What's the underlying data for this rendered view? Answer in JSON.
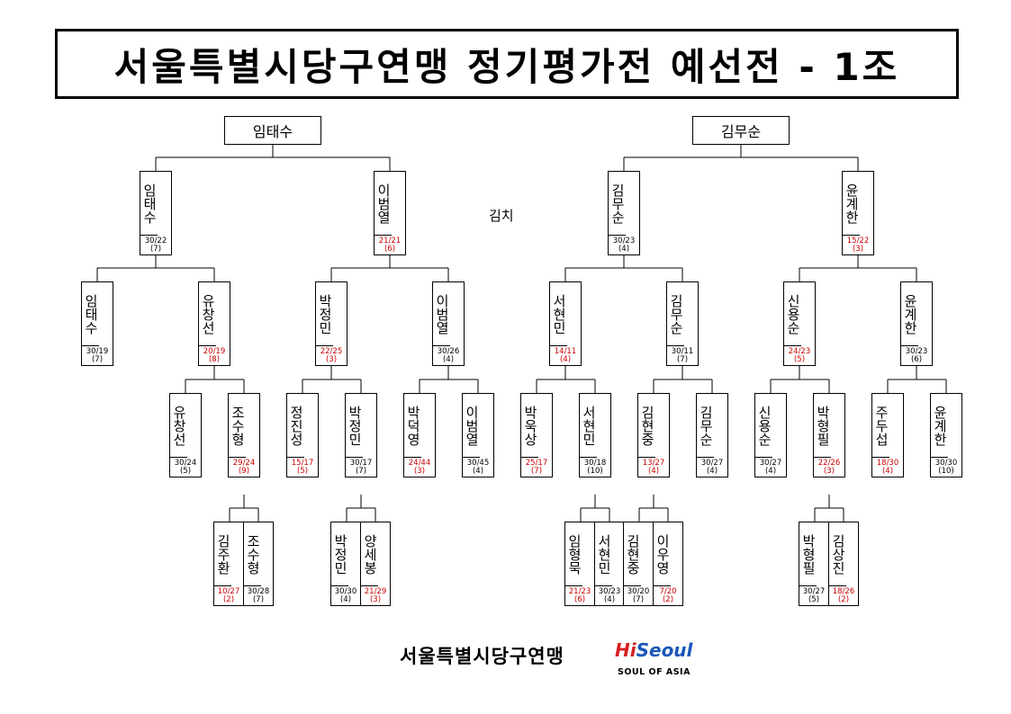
{
  "title": "서울특별시당구연맹 정기평가전 예선전 - 1조",
  "note": "김치",
  "footer": {
    "org": "서울특별시당구연맹",
    "logo_hi": "Hi",
    "logo_seoul": "Seoul",
    "slogan": "SOUL OF ASIA"
  },
  "brackets": {
    "left": {
      "winner": "임태수",
      "semi": [
        {
          "name": "임태수",
          "score": "30/22",
          "rank": "(7)",
          "red": false
        },
        {
          "name": "이범열",
          "score": "21/21",
          "rank": "(6)",
          "red": true
        }
      ],
      "quarter": [
        {
          "name": "임태수",
          "score": "30/19",
          "rank": "(7)",
          "red": false
        },
        {
          "name": "유창선",
          "score": "20/19",
          "rank": "(8)",
          "red": true
        },
        {
          "name": "박정민",
          "score": "22/25",
          "rank": "(3)",
          "red": true
        },
        {
          "name": "이범열",
          "score": "30/26",
          "rank": "(4)",
          "red": false
        }
      ],
      "r16": [
        {
          "name": "유창선",
          "score": "30/24",
          "rank": "(5)",
          "red": false
        },
        {
          "name": "조수형",
          "score": "29/24",
          "rank": "(9)",
          "red": true
        },
        {
          "name": "정진성",
          "score": "15/17",
          "rank": "(5)",
          "red": true
        },
        {
          "name": "박정민",
          "score": "30/17",
          "rank": "(7)",
          "red": false
        },
        {
          "name": "박덕영",
          "score": "24/44",
          "rank": "(3)",
          "red": true
        },
        {
          "name": "이범열",
          "score": "30/45",
          "rank": "(4)",
          "red": false
        }
      ],
      "r32": [
        {
          "name": "김주환",
          "score": "10/27",
          "rank": "(2)",
          "red": true
        },
        {
          "name": "조수형",
          "score": "30/28",
          "rank": "(7)",
          "red": false
        },
        {
          "name": "박정민",
          "score": "30/30",
          "rank": "(4)",
          "red": false
        },
        {
          "name": "양세봉",
          "score": "21/29",
          "rank": "(3)",
          "red": true
        }
      ]
    },
    "right": {
      "winner": "김무순",
      "semi": [
        {
          "name": "김무순",
          "score": "30/23",
          "rank": "(4)",
          "red": false
        },
        {
          "name": "윤계한",
          "score": "15/22",
          "rank": "(3)",
          "red": true
        }
      ],
      "quarter": [
        {
          "name": "서현민",
          "score": "14/11",
          "rank": "(4)",
          "red": true
        },
        {
          "name": "김무순",
          "score": "30/11",
          "rank": "(7)",
          "red": false
        },
        {
          "name": "신용순",
          "score": "24/23",
          "rank": "(5)",
          "red": true
        },
        {
          "name": "윤계한",
          "score": "30/23",
          "rank": "(6)",
          "red": false
        }
      ],
      "r16": [
        {
          "name": "박욱상",
          "score": "25/17",
          "rank": "(7)",
          "red": true
        },
        {
          "name": "서현민",
          "score": "30/18",
          "rank": "(10)",
          "red": false
        },
        {
          "name": "김현중",
          "score": "13/27",
          "rank": "(4)",
          "red": true
        },
        {
          "name": "김무순",
          "score": "30/27",
          "rank": "(4)",
          "red": false
        },
        {
          "name": "신용순",
          "score": "30/27",
          "rank": "(4)",
          "red": false
        },
        {
          "name": "박형필",
          "score": "22/26",
          "rank": "(3)",
          "red": true
        },
        {
          "name": "주두섭",
          "score": "18/30",
          "rank": "(4)",
          "red": true
        },
        {
          "name": "윤계한",
          "score": "30/30",
          "rank": "(10)",
          "red": false
        }
      ],
      "r32": [
        {
          "name": "임형묵",
          "score": "21/23",
          "rank": "(6)",
          "red": true
        },
        {
          "name": "서현민",
          "score": "30/23",
          "rank": "(4)",
          "red": false
        },
        {
          "name": "김현중",
          "score": "30/20",
          "rank": "(7)",
          "red": false
        },
        {
          "name": "이우영",
          "score": "7/20",
          "rank": "(2)",
          "red": true
        },
        {
          "name": "박형필",
          "score": "30/27",
          "rank": "(5)",
          "red": false
        },
        {
          "name": "김상진",
          "score": "18/26",
          "rank": "(2)",
          "red": true
        }
      ]
    }
  }
}
